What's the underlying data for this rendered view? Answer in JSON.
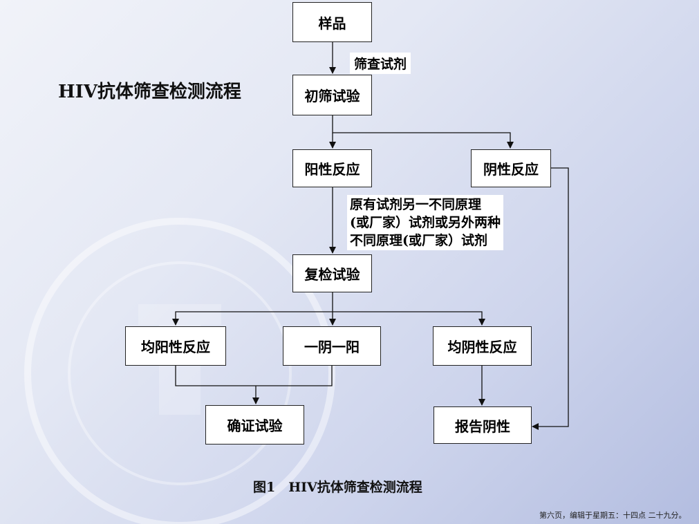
{
  "title": "HIV抗体筛查检测流程",
  "caption": "图1　HIV抗体筛查检测流程",
  "footer": "第六页，编辑于星期五：十四点 二十九分。",
  "nodes": {
    "sample": "样品",
    "initial_test": "初筛试验",
    "positive": "阳性反应",
    "negative": "阴性反应",
    "retest": "复检试验",
    "both_positive": "均阳性反应",
    "one_neg_one_pos": "一阴一阳",
    "both_negative": "均阴性反应",
    "confirm_test": "确证试验",
    "report_negative": "报告阴性"
  },
  "edge_labels": {
    "screening_reagent": "筛查试剂",
    "retest_reagent": [
      "原有试剂另一不同原理",
      "(或厂家）试剂或另外两种",
      "不同原理(或厂家）试剂"
    ]
  },
  "colors": {
    "background": "#dde2f1",
    "box_border": "#222222",
    "line": "#111111"
  }
}
